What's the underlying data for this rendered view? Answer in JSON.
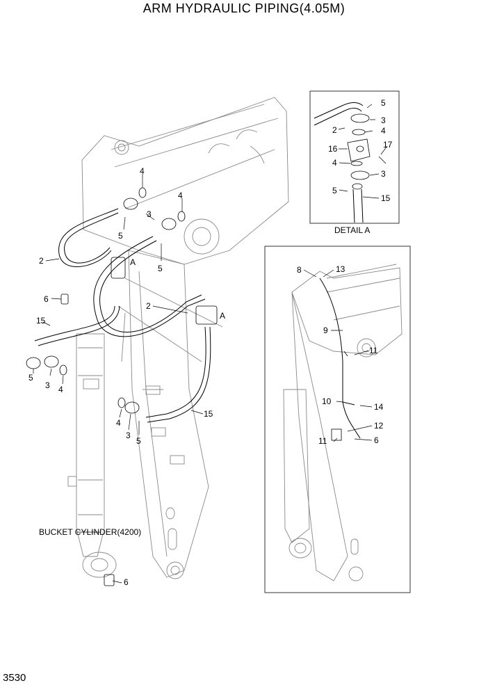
{
  "header": {
    "title": "ARM HYDRAULIC PIPING(4.05M)"
  },
  "footer": {
    "page_number": "3530"
  },
  "detail_a": {
    "caption": "DETAIL  A",
    "labels": [
      "5",
      "3",
      "2",
      "4",
      "16",
      "17",
      "4",
      "3",
      "5",
      "15"
    ]
  },
  "main_view": {
    "view_marks": [
      "A",
      "A"
    ],
    "labels": [
      "4",
      "4",
      "3",
      "5",
      "2",
      "5",
      "6",
      "2",
      "15",
      "5",
      "3",
      "4",
      "4",
      "3",
      "5",
      "15",
      "6"
    ],
    "cylinder_label": "BUCKET CYLINDER(4200)"
  },
  "secondary_view": {
    "labels": [
      "8",
      "13",
      "9",
      "11",
      "10",
      "14",
      "12",
      "11",
      "6"
    ]
  }
}
